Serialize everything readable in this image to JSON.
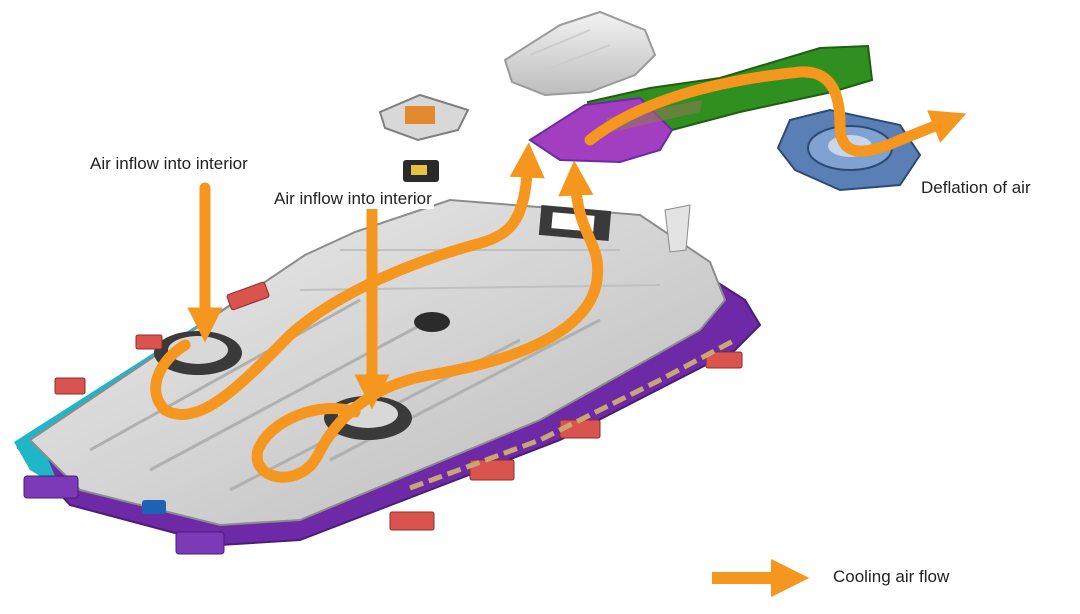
{
  "labels": {
    "air_inflow_left": "Air inflow into interior",
    "air_inflow_center": "Air inflow into interior",
    "deflation": "Deflation of air",
    "legend": "Cooling air flow"
  },
  "colors": {
    "airflow": "#f5961e",
    "tray": "#d6d6d6",
    "tray_edge": "#9a9a9a",
    "duct_purple": "#a23fc0",
    "duct_green": "#2f8f1f",
    "rim_cyan": "#1fb7c8",
    "rim_purple": "#6e2aa6",
    "connector_red": "#d9534f"
  },
  "icons": [
    "battery-pack-tray-icon",
    "air-duct-icon",
    "blower-fan-icon",
    "cover-plate-icon",
    "control-module-icon",
    "cooling-airflow-arrow-icon"
  ]
}
